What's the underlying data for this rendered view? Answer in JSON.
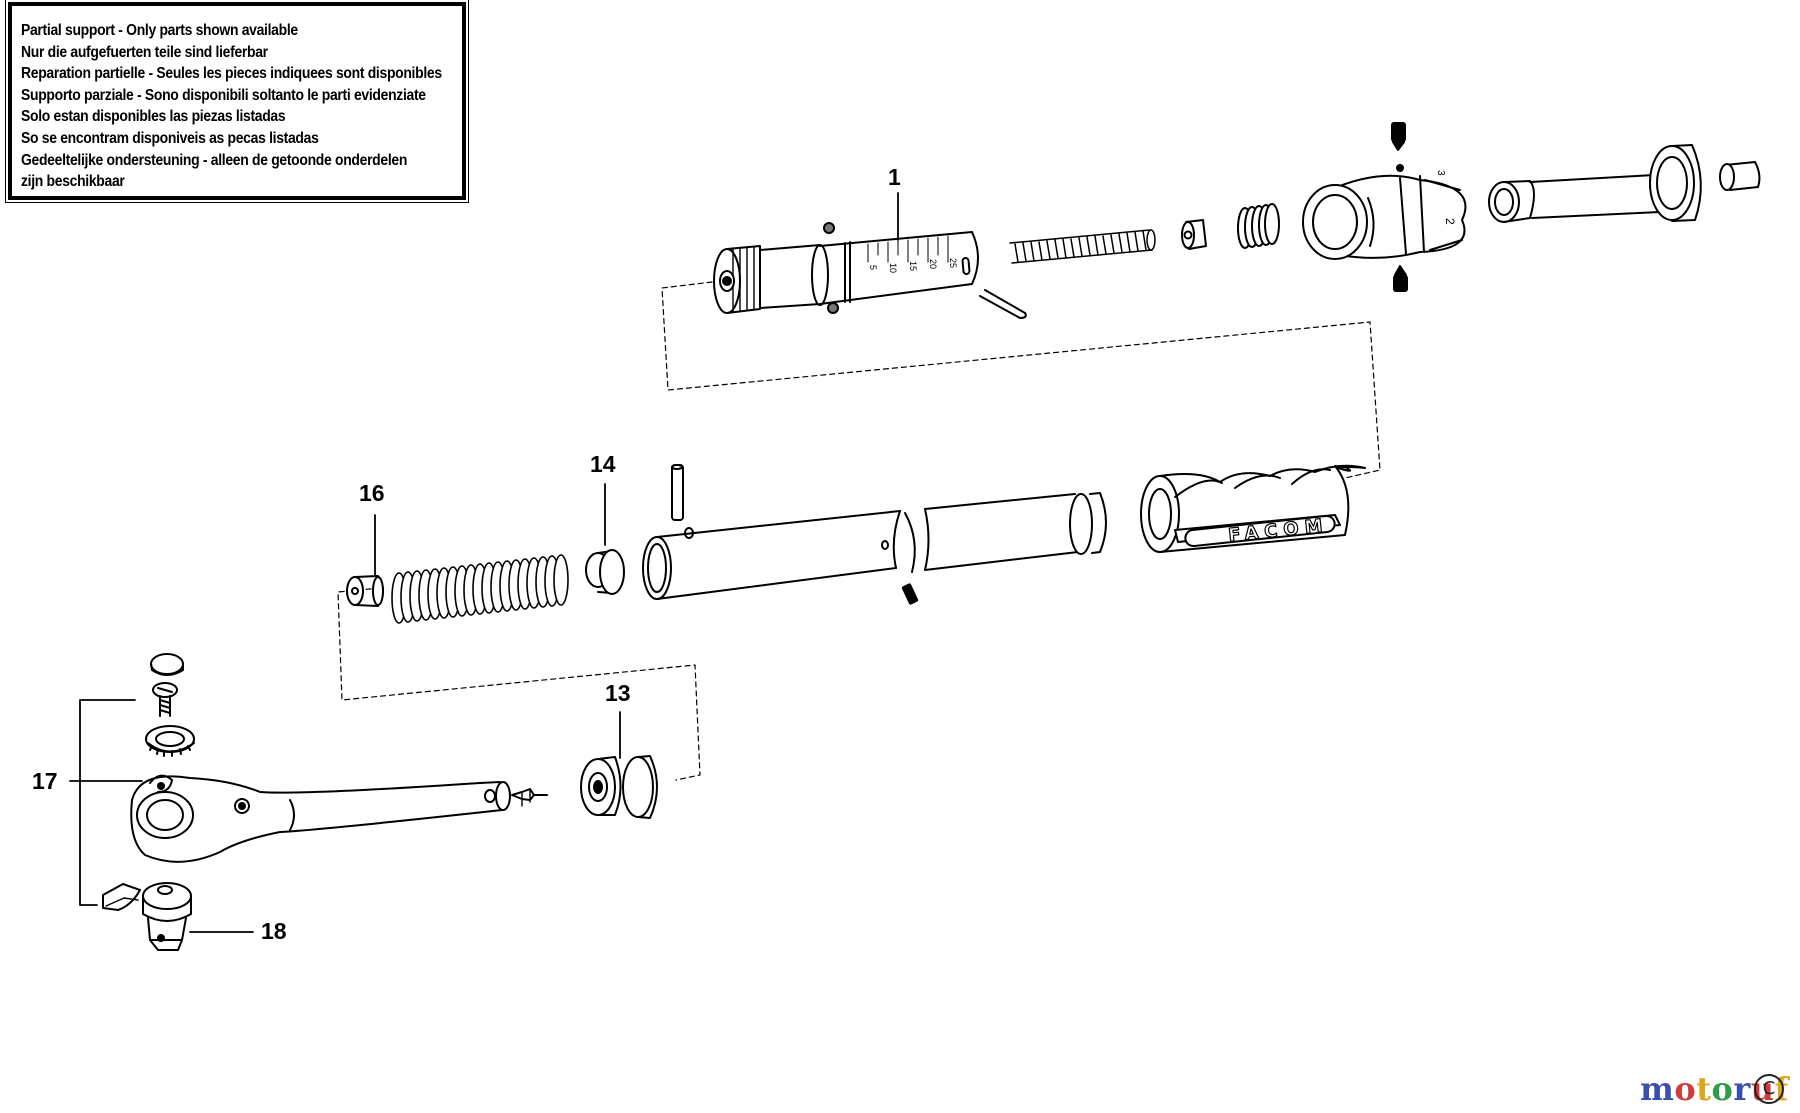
{
  "notice": {
    "lines": [
      "Partial support - Only parts shown available",
      "Nur die aufgefuerten teile sind lieferbar",
      "Reparation partielle - Seules les pieces indiquees sont disponibles",
      "Supporto parziale - Sono disponibili soltanto le parti evidenziate",
      "Solo estan disponibles las piezas listadas",
      "So se encontram disponiveis as pecas listadas",
      "Gedeeltelijke ondersteuning - alleen de getoonde onderdelen",
      "zijn beschikbaar"
    ]
  },
  "callouts": {
    "part_1": "1",
    "part_13": "13",
    "part_14": "14",
    "part_16": "16",
    "part_17": "17",
    "part_18": "18"
  },
  "grip_brand": "FACOM",
  "scale_marks": [
    "5",
    "10",
    "15",
    "20",
    "25"
  ],
  "collar_marks": [
    "2",
    "3"
  ],
  "watermark": {
    "text": "motoruf",
    "copyright": "C",
    "colors": [
      "#3b4fae",
      "#d23b3b",
      "#e0a31c",
      "#2f9c4a",
      "#3b4fae",
      "#d23b3b",
      "#e0a31c"
    ]
  }
}
